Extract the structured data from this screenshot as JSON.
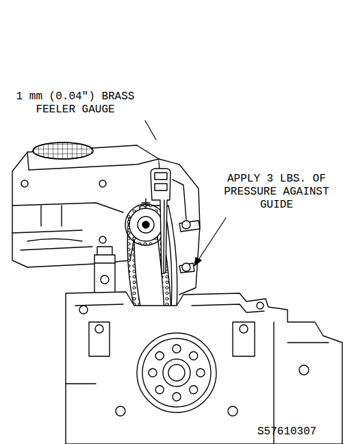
{
  "diagram": {
    "labels": [
      "1 mm (0.04\") BRASS FEELER GAUGE",
      "APPLY 3 LBS. OF PRESSURE AGAINST GUIDE",
      "S57610307"
    ]
  }
}
